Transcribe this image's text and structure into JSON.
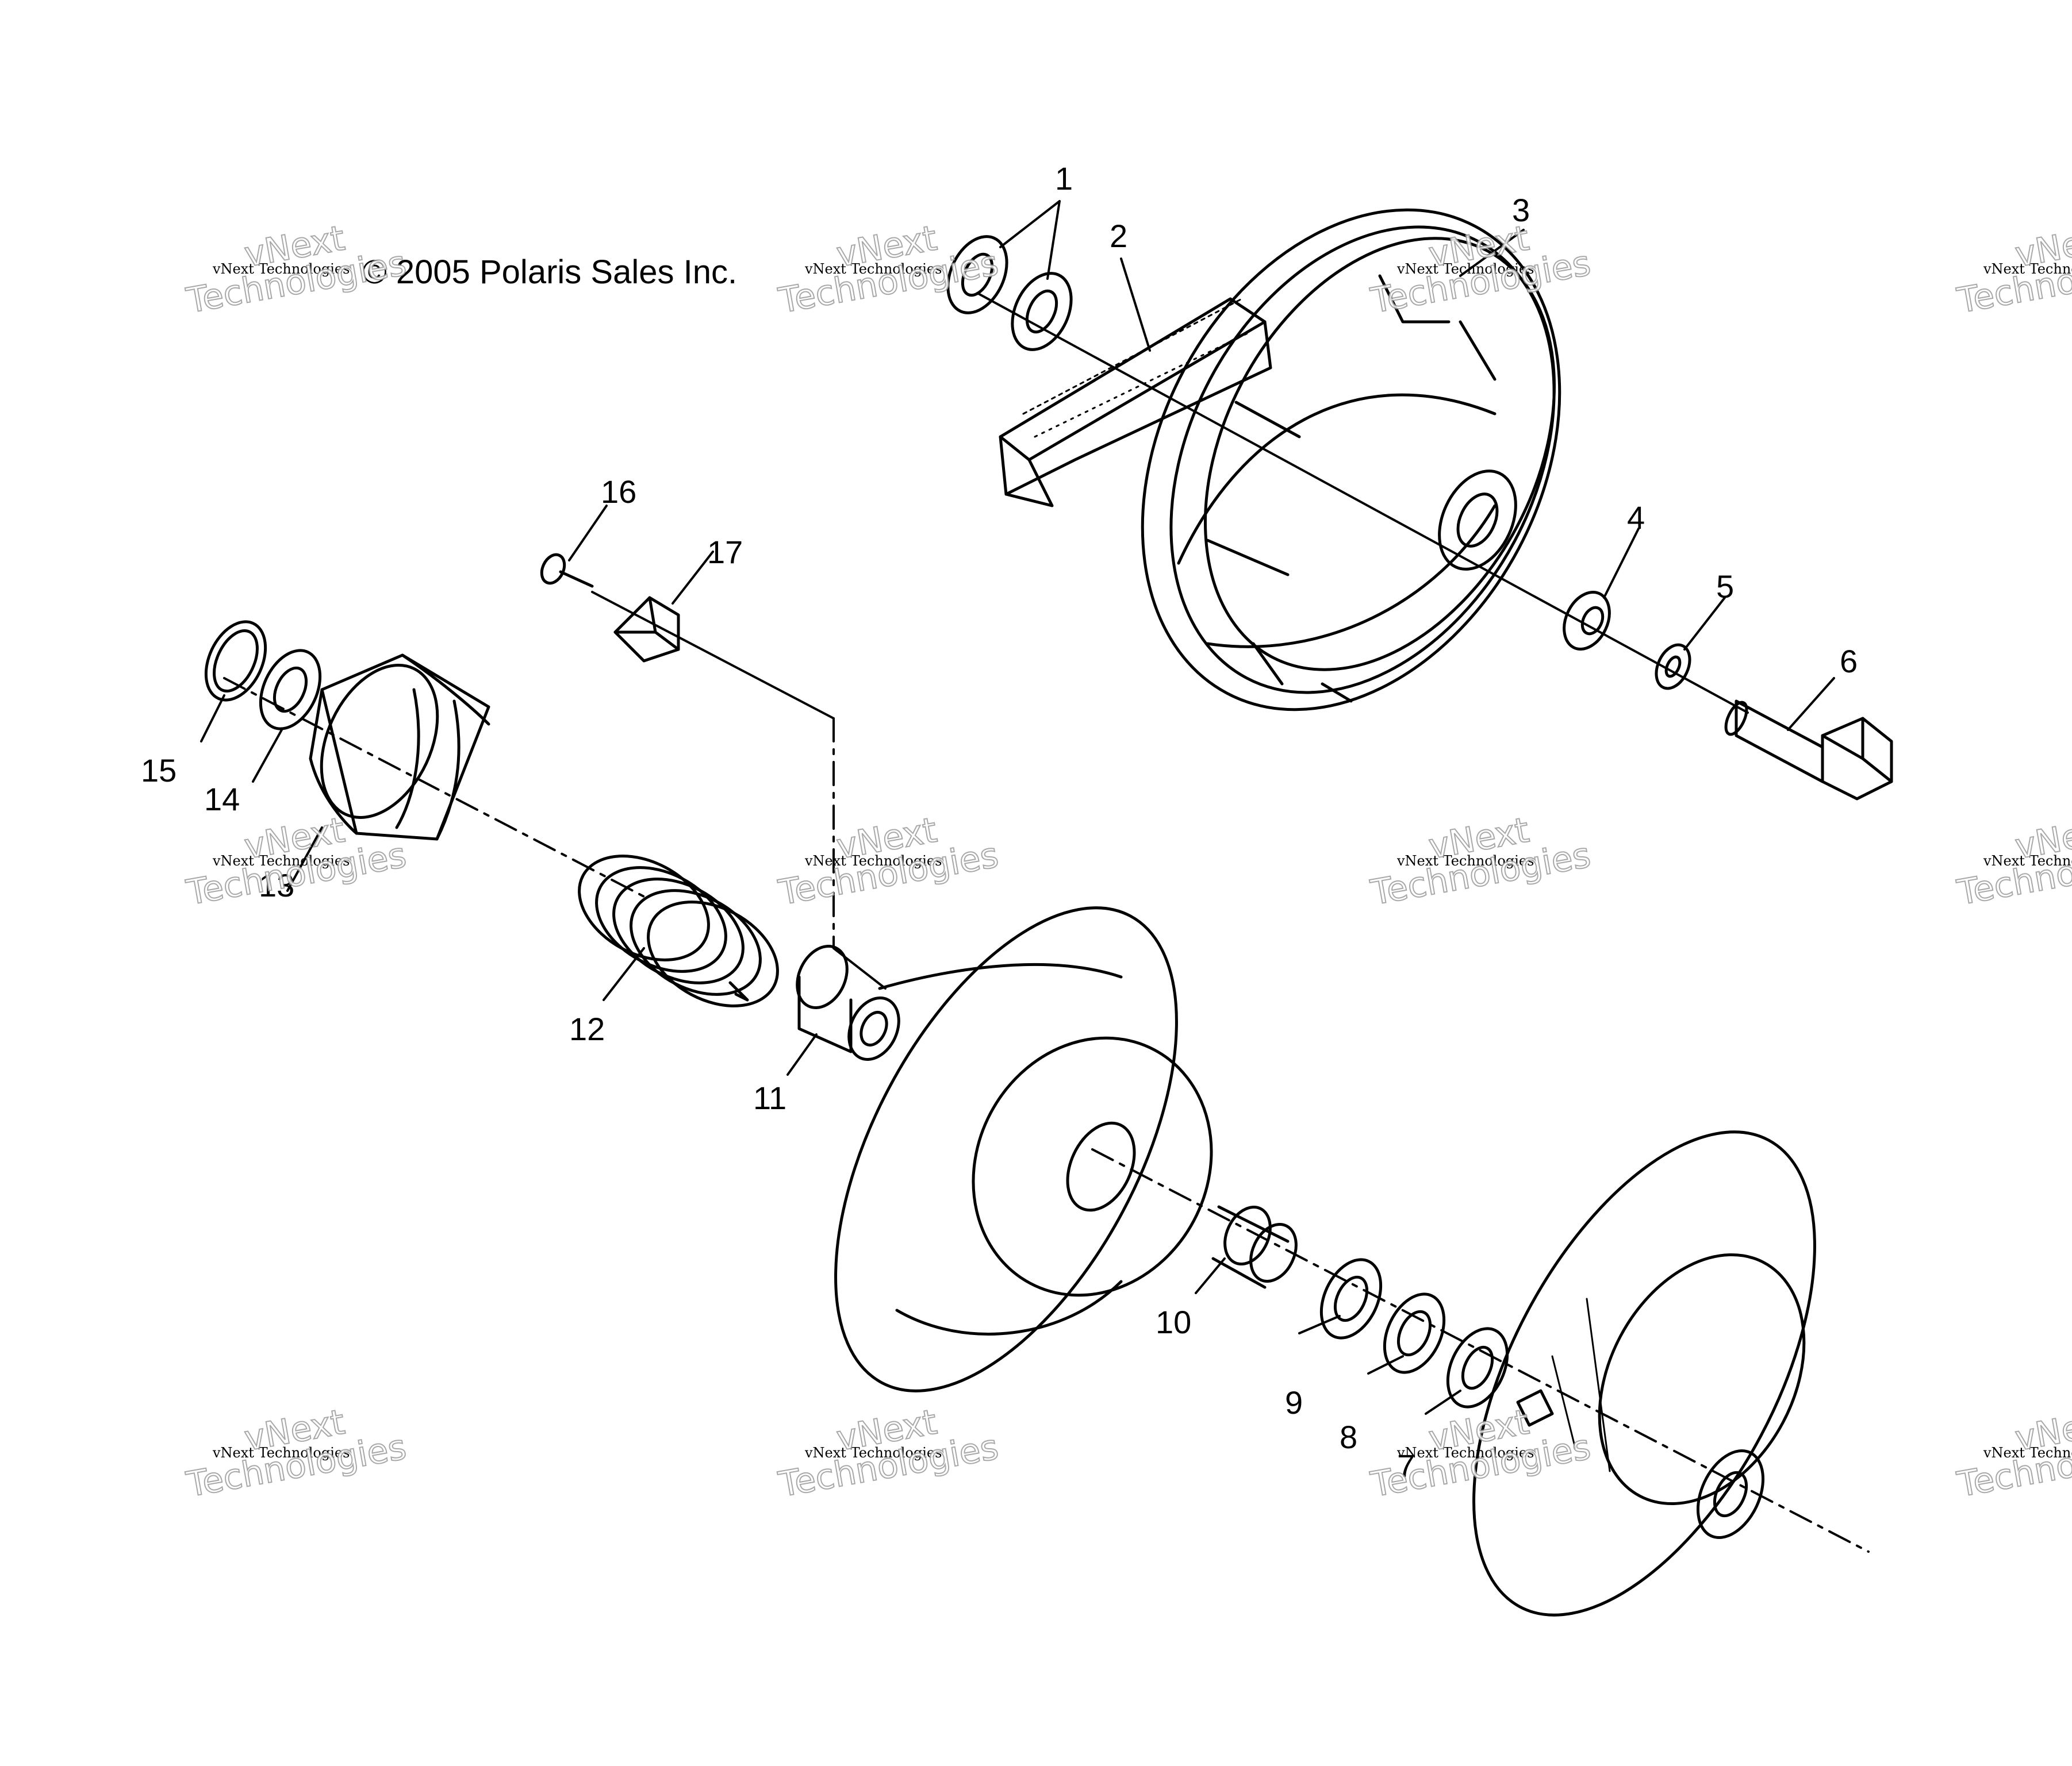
{
  "copyright": "© 2005 Polaris Sales Inc.",
  "watermark": {
    "line": "vNext Technologies",
    "first": "vNext",
    "second": "Technologies"
  },
  "callouts": [
    "1",
    "2",
    "3",
    "4",
    "5",
    "6",
    "7",
    "8",
    "9",
    "10",
    "11",
    "12",
    "13",
    "14",
    "15",
    "16",
    "17"
  ],
  "colors": {
    "ink": "#000000",
    "watermark_outline": "#9a9a9a",
    "background": "#ffffff"
  }
}
